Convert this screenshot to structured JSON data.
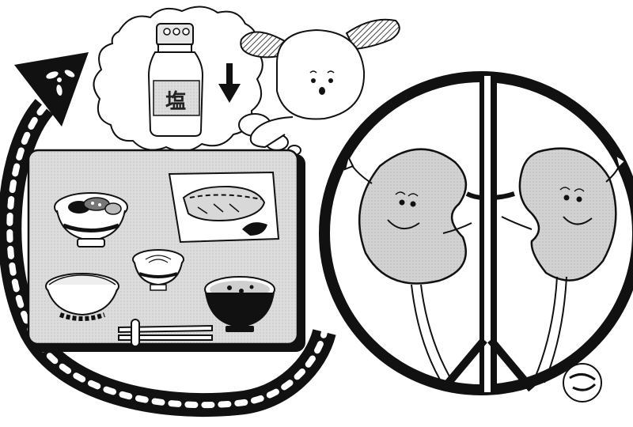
{
  "illustration": {
    "salt_bottle_label": "塩",
    "panels": [
      "salt-thought-bubble",
      "mascot-dog",
      "japanese-meal-tray",
      "kidneys-circle",
      "cycle-arrow"
    ],
    "meal_items": [
      "rice-bowl-with-vegetables",
      "grilled-fish-plate",
      "small-noodle-bowl",
      "rice-bowl",
      "miso-soup-bowl",
      "chopsticks"
    ],
    "icon_semantics": {
      "down_arrow": "decrease-arrow-icon",
      "cycle": "circular-arrow-icon"
    },
    "colors": {
      "ink": "#111111",
      "tray": "#d9d9d9",
      "kidney": "#cfcfcf",
      "paper": "#ffffff"
    }
  }
}
